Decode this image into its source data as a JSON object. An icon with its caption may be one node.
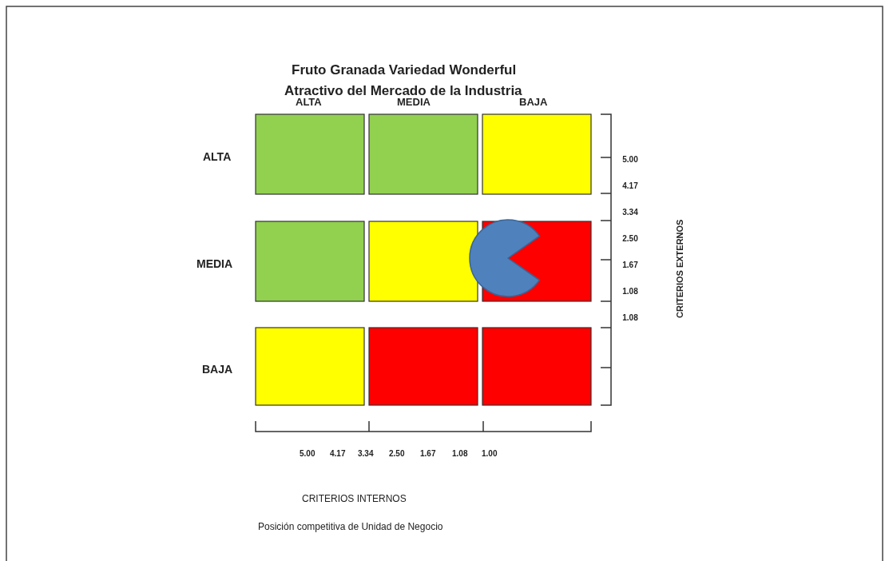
{
  "diagram": {
    "title": "Fruto Granada Variedad Wonderful",
    "nodes": [
      {
        "text": [],
        "shape": "box"
      },
      {
        "text": [],
        "shape": "box"
      },
      {
        "text": [],
        "shape": "box"
      },
      {
        "text": [],
        "shape": "box"
      },
      {
        "text": [],
        "shape": "box"
      },
      {
        "text": [],
        "shape": "box"
      },
      {
        "text": [],
        "shape": "box"
      },
      {
        "text": [],
        "shape": "box"
      },
      {
        "text": [],
        "shape": "box"
      },
      {
        "text": [],
        "shape": "circle"
      }
    ],
    "labels": [
      "Atractivo del Mercado de la Industria",
      "ALTA",
      "MEDIA",
      "BAJA",
      "ALTA",
      "MEDIA",
      "BAJA",
      "5.00",
      "4.17",
      "3.34",
      "2.50",
      "1.67",
      "1.08",
      "1.08",
      "CRITERIOS EXTERNOS",
      "5.00",
      "4.17",
      "3.34",
      "2.50",
      "1.67",
      "1.08",
      "1.00",
      "CRITERIOS INTERNOS",
      "Posición competitiva de Unidad de Negocio"
    ]
  }
}
